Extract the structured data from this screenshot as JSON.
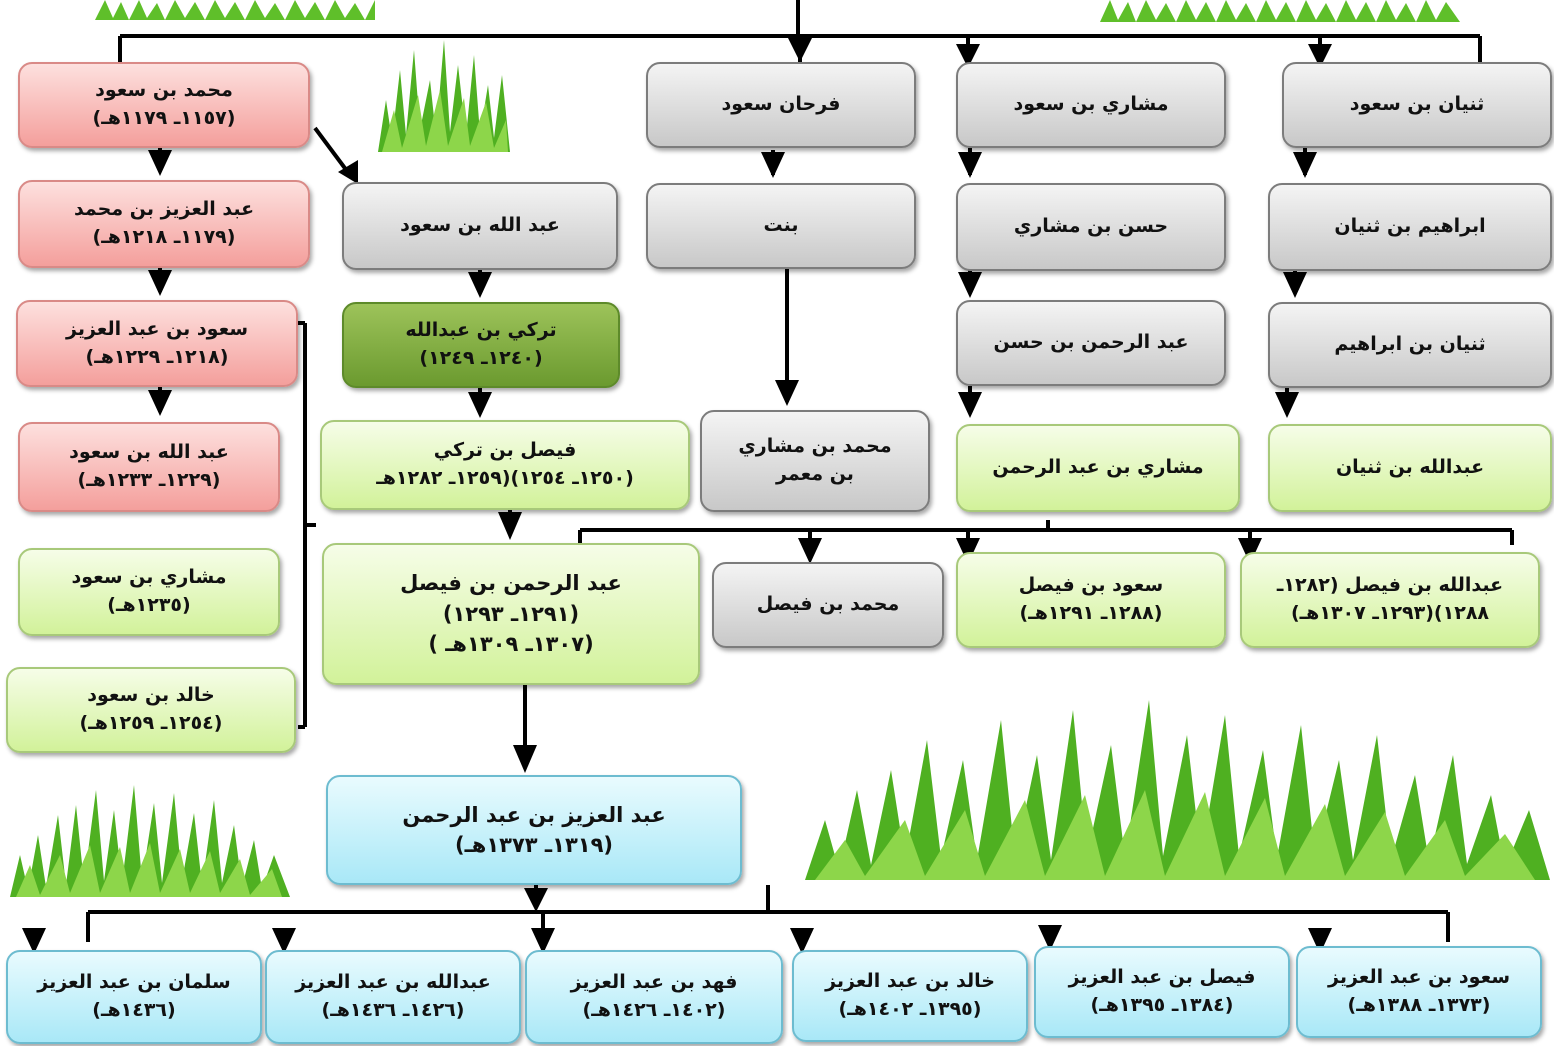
{
  "colors": {
    "gray": "#d6d6d6",
    "red": "#f6aeab",
    "light_green": "#dcf5ab",
    "dark_green": "#7aa83a",
    "blue": "#b6ecf8",
    "line": "#000000",
    "grass": "#5fbf2a"
  },
  "nodes": {
    "mohammed_saud": {
      "name": "محمد بن سعود",
      "dates": "(١١٥٧ـ ١١٧٩هـ)"
    },
    "abdulaziz_mohammed": {
      "name": "عبد العزيز بن محمد",
      "dates": "(١١٧٩ـ ١٢١٨هـ)"
    },
    "saud_abdulaziz": {
      "name": "سعود بن عبد العزيز",
      "dates": "(١٢١٨ـ ١٢٢٩هـ)"
    },
    "abdullah_saud": {
      "name": "عبد الله بن سعود",
      "dates": "(١٢٢٩ـ ١٢٣٣هـ)"
    },
    "mishari_saud": {
      "name": "مشاري بن سعود",
      "dates": "(١٢٣٥هـ)"
    },
    "khalid_saud": {
      "name": "خالد بن سعود",
      "dates": "(١٢٥٤ـ ١٢٥٩هـ)"
    },
    "abdullah_bin_saud": {
      "name": "عبد الله بن سعود"
    },
    "turki": {
      "name": "تركي بن عبدالله",
      "dates": "(١٢٤٠ـ ١٢٤٩)"
    },
    "faisal_turki": {
      "name": "فيصل بن تركي",
      "dates": "(١٢٥٠ـ ١٢٥٤)(١٢٥٩ـ ١٢٨٢هـ"
    },
    "abdulrahman_faisal": {
      "name": "عبد الرحمن بن فيصل",
      "dates": "(١٢٩١ـ ١٢٩٣)",
      "dates2": "(١٣٠٧ـ ١٣٠٩هـ )"
    },
    "abdulaziz_abdulrahman": {
      "name": "عبد العزيز بن عبد الرحمن",
      "dates": "(١٣١٩ـ ١٣٧٣هـ)"
    },
    "farhan": {
      "name": "فرحان سعود"
    },
    "bint": {
      "name": "بنت"
    },
    "mohammed_mishari": {
      "name": "محمد بن مشاري",
      "name2": "بن معمر"
    },
    "mishari_bin_saud": {
      "name": "مشاري  بن سعود"
    },
    "hasan_mishari": {
      "name": "حسن بن مشاري"
    },
    "abdulrahman_hasan": {
      "name": "عبد الرحمن بن حسن"
    },
    "mishari_abdulrahman": {
      "name": "مشاري بن عبد الرحمن"
    },
    "thunayan_saud": {
      "name": "ثنيان بن سعود"
    },
    "ibrahim_thunayan": {
      "name": "ابراهيم بن ثنيان"
    },
    "thunayan_ibrahim": {
      "name": "ثنيان بن ابراهيم"
    },
    "abdullah_thunayan": {
      "name": "عبدالله بن ثنيان"
    },
    "mohammed_faisal": {
      "name": "محمد بن فيصل"
    },
    "saud_faisal": {
      "name": "سعود بن فيصل",
      "dates": "(١٢٨٨ـ ١٢٩١هـ)"
    },
    "abdullah_faisal": {
      "name": "عبدالله بن فيصل (١٢٨٢ـ",
      "dates": "١٢٨٨)(١٢٩٣ـ ١٣٠٧هـ)"
    },
    "salman": {
      "name": "سلمان بن عبد العزيز",
      "dates": "(١٤٣٦هـ)"
    },
    "abdullah_abdulaziz": {
      "name": "عبدالله بن عبد العزيز",
      "dates": "(١٤٢٦ـ ١٤٣٦هـ)"
    },
    "fahd": {
      "name": "فهد بن عبد العزيز",
      "dates": "(١٤٠٢ـ ١٤٢٦هـ)"
    },
    "khalid_abdulaziz": {
      "name": "خالد بن عبد العزيز",
      "dates": "(١٣٩٥ـ ١٤٠٢هـ)"
    },
    "faisal_abdulaziz": {
      "name": "فيصل بن عبد العزيز",
      "dates": "(١٣٨٤ـ ١٣٩٥هـ)"
    },
    "saud_abdulaziz2": {
      "name": "سعود بن عبد العزيز",
      "dates": "(١٣٧٣ـ ١٣٨٨هـ)"
    }
  }
}
